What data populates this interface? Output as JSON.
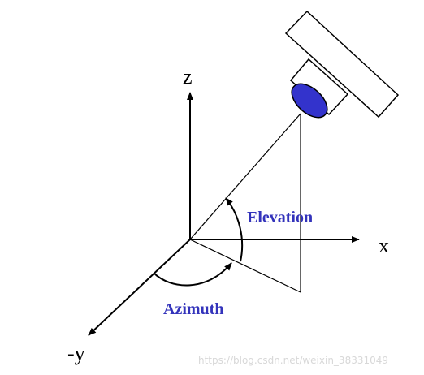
{
  "labels": {
    "z_axis": "z",
    "x_axis": "x",
    "neg_y_axis": "-y",
    "elevation": "Elevation",
    "azimuth": "Azimuth"
  },
  "watermark": "https://blog.csdn.net/weixin_38331049",
  "colors": {
    "line": "#000000",
    "angle_label": "#3333bb",
    "lens_fill": "#3333cc",
    "watermark": "#d8d8d8"
  },
  "icons": {
    "camera": "camera-icon"
  }
}
